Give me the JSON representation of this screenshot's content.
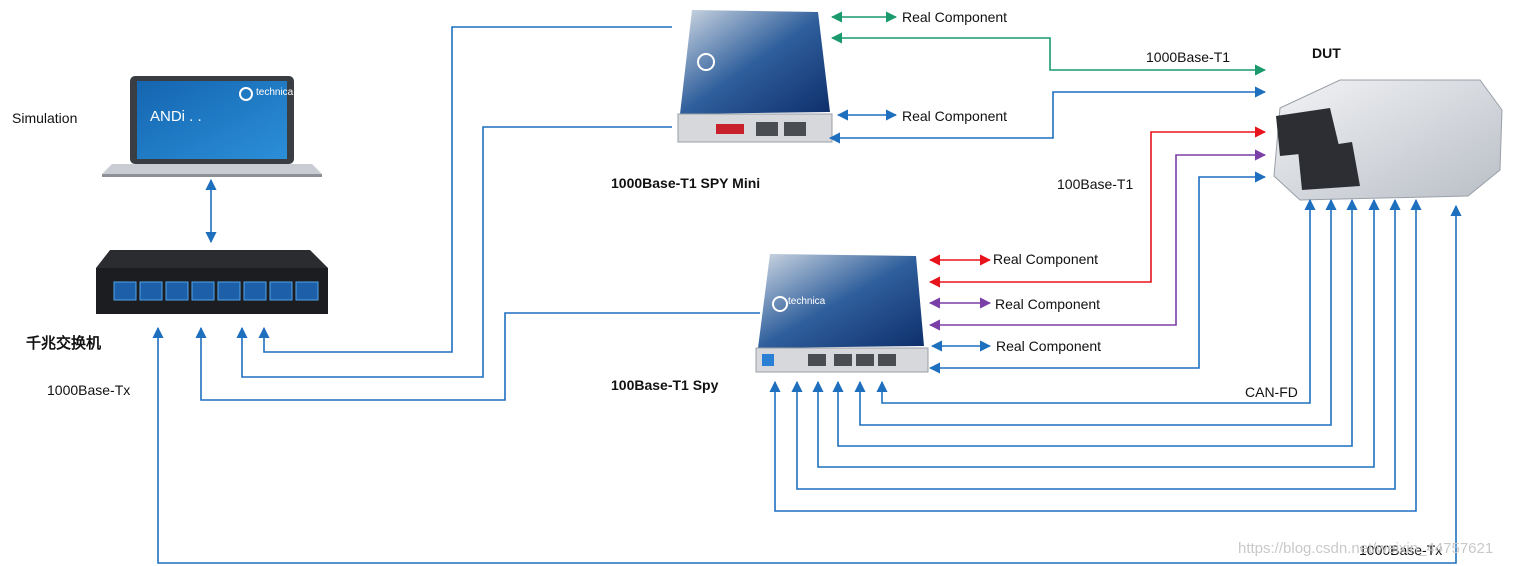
{
  "labels": {
    "simulation": "Simulation",
    "andi": "ANDi . .",
    "technica_laptop": "technica",
    "switch_label": "千兆交换机",
    "gige_tx_left": "1000Base-Tx",
    "gige_tx_bottom": "1000Base-Tx",
    "spy_mini": "1000Base-T1 SPY Mini",
    "spy_100": "100Base-T1  Spy",
    "dut": "DUT",
    "t1_1000": "1000Base-T1",
    "t1_100": "100Base-T1",
    "canfd": "CAN-FD",
    "rc1": "Real Component",
    "rc2": "Real Component",
    "rc3": "Real Component",
    "rc4": "Real Component",
    "rc5": "Real Component",
    "technica_box": "technica",
    "watermark": "https://blog.csdn.net/weixin_44757621"
  },
  "colors": {
    "blue": "#1f6fbf",
    "green": "#1a9a6c",
    "red": "#e8141c",
    "purple": "#7b3fa8"
  }
}
